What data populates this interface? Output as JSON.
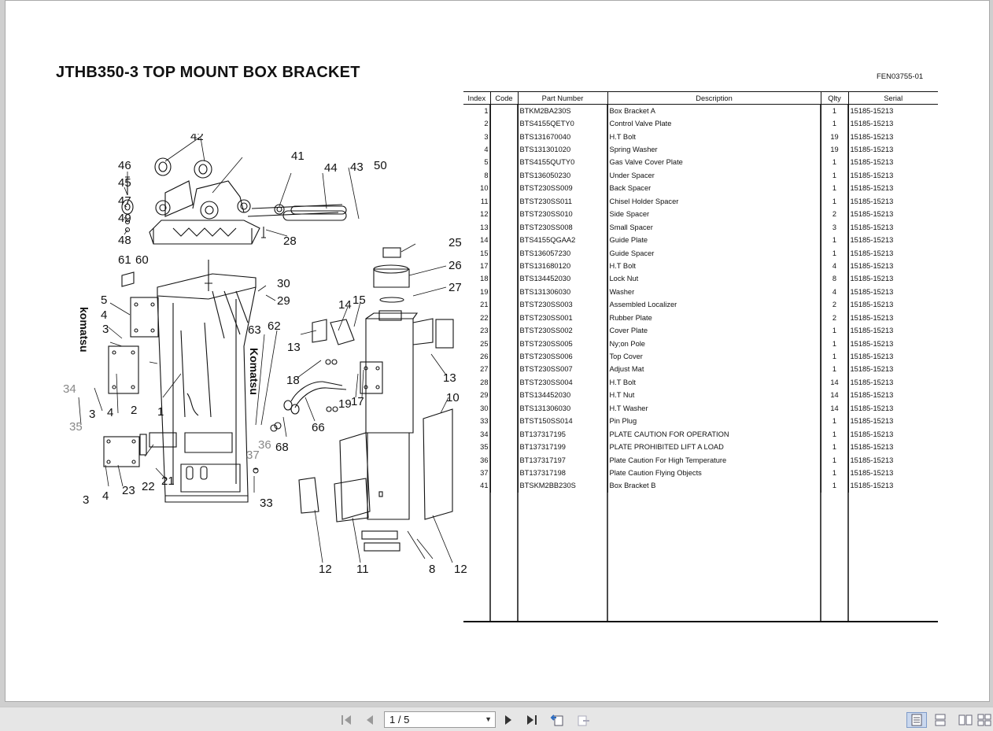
{
  "document": {
    "title": "JTHB350-3 TOP MOUNT BOX BRACKET",
    "code": "FEN03755-01"
  },
  "table": {
    "headers": [
      "Index",
      "Code",
      "Part Number",
      "Description",
      "Qlty",
      "Serial"
    ],
    "rows": [
      {
        "index": "1",
        "code": "",
        "part": "BTKM2BA230S",
        "desc": "Box Bracket A",
        "qty": "1",
        "serial": "15185-15213"
      },
      {
        "index": "2",
        "code": "",
        "part": "BTS4155QETY0",
        "desc": "Control Valve Plate",
        "qty": "1",
        "serial": "15185-15213"
      },
      {
        "index": "3",
        "code": "",
        "part": "BTS131670040",
        "desc": "H.T Bolt",
        "qty": "19",
        "serial": "15185-15213"
      },
      {
        "index": "4",
        "code": "",
        "part": "BTS131301020",
        "desc": "Spring Washer",
        "qty": "19",
        "serial": "15185-15213"
      },
      {
        "index": "5",
        "code": "",
        "part": "BTS4155QUTY0",
        "desc": "Gas Valve Cover Plate",
        "qty": "1",
        "serial": "15185-15213"
      },
      {
        "index": "8",
        "code": "",
        "part": "BTS136050230",
        "desc": "Under Spacer",
        "qty": "1",
        "serial": "15185-15213"
      },
      {
        "index": "10",
        "code": "",
        "part": "BTST230SS009",
        "desc": "Back Spacer",
        "qty": "1",
        "serial": "15185-15213"
      },
      {
        "index": "11",
        "code": "",
        "part": "BTST230SS011",
        "desc": "Chisel Holder Spacer",
        "qty": "1",
        "serial": "15185-15213"
      },
      {
        "index": "12",
        "code": "",
        "part": "BTST230SS010",
        "desc": "Side Spacer",
        "qty": "2",
        "serial": "15185-15213"
      },
      {
        "index": "13",
        "code": "",
        "part": "BTST230SS008",
        "desc": "Small Spacer",
        "qty": "3",
        "serial": "15185-15213"
      },
      {
        "index": "14",
        "code": "",
        "part": "BTS4155QGAA2",
        "desc": "Guide Plate",
        "qty": "1",
        "serial": "15185-15213"
      },
      {
        "index": "15",
        "code": "",
        "part": "BTS136057230",
        "desc": "Guide Spacer",
        "qty": "1",
        "serial": "15185-15213"
      },
      {
        "index": "17",
        "code": "",
        "part": "BTS131680120",
        "desc": "H.T Bolt",
        "qty": "4",
        "serial": "15185-15213"
      },
      {
        "index": "18",
        "code": "",
        "part": "BTS134452030",
        "desc": "Lock Nut",
        "qty": "8",
        "serial": "15185-15213"
      },
      {
        "index": "19",
        "code": "",
        "part": "BTS131306030",
        "desc": "Washer",
        "qty": "4",
        "serial": "15185-15213"
      },
      {
        "index": "21",
        "code": "",
        "part": "BTST230SS003",
        "desc": "Assembled Localizer",
        "qty": "2",
        "serial": "15185-15213"
      },
      {
        "index": "22",
        "code": "",
        "part": "BTST230SS001",
        "desc": "Rubber Plate",
        "qty": "2",
        "serial": "15185-15213"
      },
      {
        "index": "23",
        "code": "",
        "part": "BTST230SS002",
        "desc": "Cover Plate",
        "qty": "1",
        "serial": "15185-15213"
      },
      {
        "index": "25",
        "code": "",
        "part": "BTST230SS005",
        "desc": "Ny;on Pole",
        "qty": "1",
        "serial": "15185-15213"
      },
      {
        "index": "26",
        "code": "",
        "part": "BTST230SS006",
        "desc": "Top Cover",
        "qty": "1",
        "serial": "15185-15213"
      },
      {
        "index": "27",
        "code": "",
        "part": "BTST230SS007",
        "desc": "Adjust Mat",
        "qty": "1",
        "serial": "15185-15213"
      },
      {
        "index": "28",
        "code": "",
        "part": "BTST230SS004",
        "desc": "H.T Bolt",
        "qty": "14",
        "serial": "15185-15213"
      },
      {
        "index": "29",
        "code": "",
        "part": "BTS134452030",
        "desc": "H.T Nut",
        "qty": "14",
        "serial": "15185-15213"
      },
      {
        "index": "30",
        "code": "",
        "part": "BTS131306030",
        "desc": "H.T Washer",
        "qty": "14",
        "serial": "15185-15213"
      },
      {
        "index": "33",
        "code": "",
        "part": "BTST150SS014",
        "desc": "Pin Plug",
        "qty": "1",
        "serial": "15185-15213"
      },
      {
        "index": "34",
        "code": "",
        "part": "BT137317195",
        "desc": "PLATE CAUTION FOR OPERATION",
        "qty": "1",
        "serial": "15185-15213"
      },
      {
        "index": "35",
        "code": "",
        "part": "BT137317199",
        "desc": "PLATE PROHIBITED LIFT A LOAD",
        "qty": "1",
        "serial": "15185-15213"
      },
      {
        "index": "36",
        "code": "",
        "part": "BT137317197",
        "desc": "Plate Caution For High Temperature",
        "qty": "1",
        "serial": "15185-15213"
      },
      {
        "index": "37",
        "code": "",
        "part": "BT137317198",
        "desc": "Plate Caution Flying Objects",
        "qty": "1",
        "serial": "15185-15213"
      },
      {
        "index": "41",
        "code": "",
        "part": "BTSKM2BB230S",
        "desc": "Box Bracket B",
        "qty": "1",
        "serial": "15185-15213"
      }
    ]
  },
  "drawing": {
    "callouts": [
      "46",
      "45",
      "47",
      "49",
      "48",
      "42",
      "41",
      "44",
      "43",
      "50",
      "28",
      "61",
      "60",
      "5",
      "4",
      "3",
      "2",
      "1",
      "30",
      "29",
      "25",
      "26",
      "27",
      "14",
      "15",
      "13",
      "18",
      "19",
      "17",
      "63",
      "62",
      "66",
      "68",
      "36",
      "37",
      "34",
      "35",
      "22",
      "21",
      "23",
      "33",
      "10",
      "12",
      "11",
      "8"
    ],
    "brand_marks": [
      "komatsu",
      "Komatsu"
    ]
  },
  "viewer": {
    "page_indicator": "1 / 5",
    "icons": [
      "first-page-icon",
      "prev-page-icon",
      "next-page-icon",
      "last-page-icon",
      "rotate-back-icon",
      "rotate-forward-icon",
      "single-page-icon",
      "continuous-icon",
      "facing-pages-icon",
      "continuous-facing-icon"
    ]
  }
}
